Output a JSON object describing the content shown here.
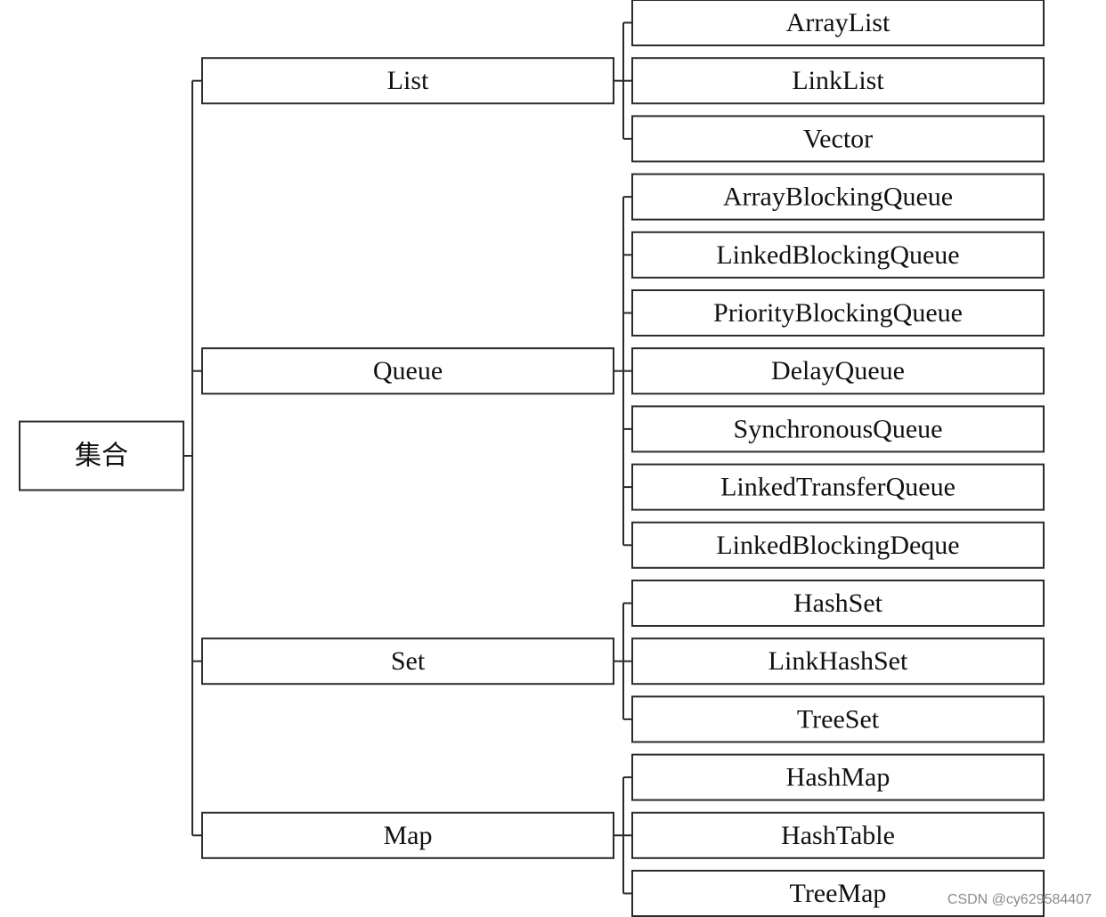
{
  "root": {
    "label": "集合"
  },
  "categories": [
    {
      "label": "List",
      "children": [
        "ArrayList",
        "LinkList",
        "Vector"
      ]
    },
    {
      "label": "Queue",
      "children": [
        "ArrayBlockingQueue",
        "LinkedBlockingQueue",
        "PriorityBlockingQueue",
        "DelayQueue",
        "SynchronousQueue",
        "LinkedTransferQueue",
        "LinkedBlockingDeque"
      ]
    },
    {
      "label": "Set",
      "children": [
        "HashSet",
        "LinkHashSet",
        "TreeSet"
      ]
    },
    {
      "label": "Map",
      "children": [
        "HashMap",
        "HashTable",
        "TreeMap"
      ]
    }
  ],
  "watermark": "CSDN @cy629584407"
}
